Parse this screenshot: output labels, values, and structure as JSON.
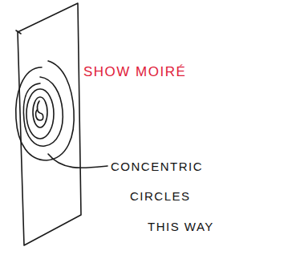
{
  "diagram": {
    "labels": [
      "SHOW MOIRÉ",
      "CONCENTRIC",
      "CIRCLES",
      "THIS WAY"
    ]
  }
}
